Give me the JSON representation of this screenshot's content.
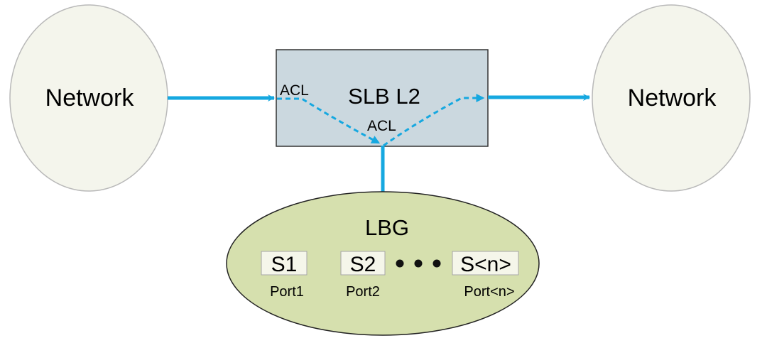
{
  "diagram": {
    "left_network": "Network",
    "right_network": "Network",
    "slb": {
      "label": "SLB L2",
      "acl_left": "ACL",
      "acl_bottom": "ACL"
    },
    "lbg": {
      "label": "LBG",
      "servers": [
        {
          "name": "S1",
          "port": "Port1"
        },
        {
          "name": "S2",
          "port": "Port2"
        },
        {
          "name": "S<n>",
          "port": "Port<n>"
        }
      ]
    }
  },
  "colors": {
    "network_fill": "#f4f5ec",
    "network_stroke": "#b9b9b9",
    "slb_fill": "#cbd8df",
    "slb_stroke": "#333333",
    "lbg_fill": "#d6e0ae",
    "server_box_fill": "#f5f6ea",
    "flow_blue": "#16a8e0"
  }
}
